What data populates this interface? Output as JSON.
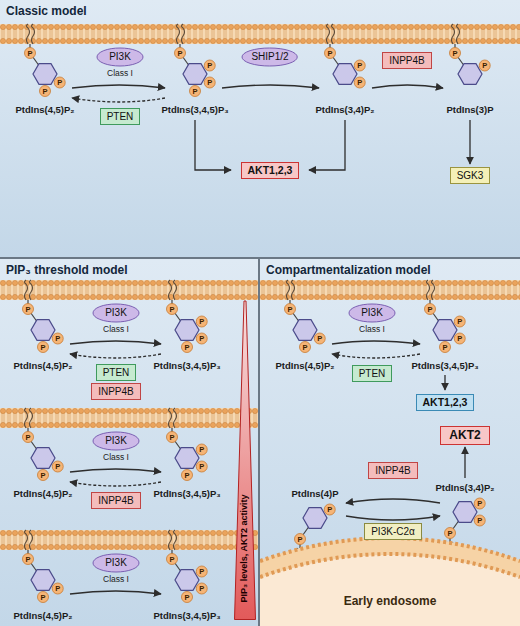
{
  "diagram": {
    "nodes": [
      {
        "text": [
          "Classic model"
        ]
      },
      {
        "text": [
          "PI3K",
          "Class I"
        ],
        "in": 0
      },
      {
        "text": [
          "PTEN"
        ],
        "in": 0
      },
      {
        "text": [
          "SHIP1/2"
        ],
        "in": 0
      },
      {
        "text": [
          "INPP4B"
        ],
        "in": 0
      },
      {
        "text": [
          "AKT1,2,3"
        ],
        "in": 0
      },
      {
        "text": [
          "SGK3"
        ],
        "in": 0
      },
      {
        "text": [
          "PIP₃ threshold model"
        ]
      },
      {
        "text": [
          "PI3K",
          "Class I"
        ],
        "in": 7
      },
      {
        "text": [
          "PTEN"
        ],
        "in": 7
      },
      {
        "text": [
          "INPP4B"
        ],
        "in": 7
      },
      {
        "text": [
          "PI3K",
          "Class I"
        ],
        "in": 7
      },
      {
        "text": [
          "INPP4B"
        ],
        "in": 7
      },
      {
        "text": [
          "PI3K",
          "Class I"
        ],
        "in": 7
      },
      {
        "text": [
          "PIP₃ levels, AKT2 activity"
        ],
        "in": 7
      },
      {
        "text": [
          "Compartmentalization model"
        ]
      },
      {
        "text": [
          "PI3K",
          "Class I"
        ],
        "in": 15
      },
      {
        "text": [
          "PTEN"
        ],
        "in": 15
      },
      {
        "text": [
          "AKT1,2,3"
        ],
        "in": 15
      },
      {
        "text": [
          "AKT2"
        ],
        "in": 15
      },
      {
        "text": [
          "INPP4B"
        ],
        "in": 15
      },
      {
        "text": [
          "PI3K-C2α"
        ],
        "in": 15
      },
      {
        "text": [
          "Early endosome"
        ],
        "in": 15
      }
    ],
    "labels": [
      "PtdIns(4,5)P₂",
      "P",
      "P",
      "P",
      "PtdIns(3,4,5)P₃",
      "P",
      "P",
      "P",
      "P",
      "PtdIns(3,4)P₂",
      "P",
      "P",
      "P",
      "PtdIns(3)P",
      "P",
      "P",
      "PtdIns(4,5)P₂",
      "P",
      "P",
      "P",
      "PtdIns(3,4,5)P₃",
      "P",
      "P",
      "P",
      "P",
      "PtdIns(4,5)P₂",
      "P",
      "P",
      "P",
      "PtdIns(3,4,5)P₃",
      "P",
      "P",
      "P",
      "P",
      "PtdIns(4,5)P₂",
      "P",
      "P",
      "P",
      "PtdIns(3,4,5)P₃",
      "P",
      "P",
      "P",
      "P",
      "PtdIns(4,5)P₂",
      "P",
      "P",
      "P",
      "PtdIns(3,4,5)P₃",
      "P",
      "P",
      "P",
      "P",
      "PtdIns(4)P",
      "P",
      "P",
      "PtdIns(3,4)P₂",
      "P",
      "P",
      "P"
    ]
  }
}
